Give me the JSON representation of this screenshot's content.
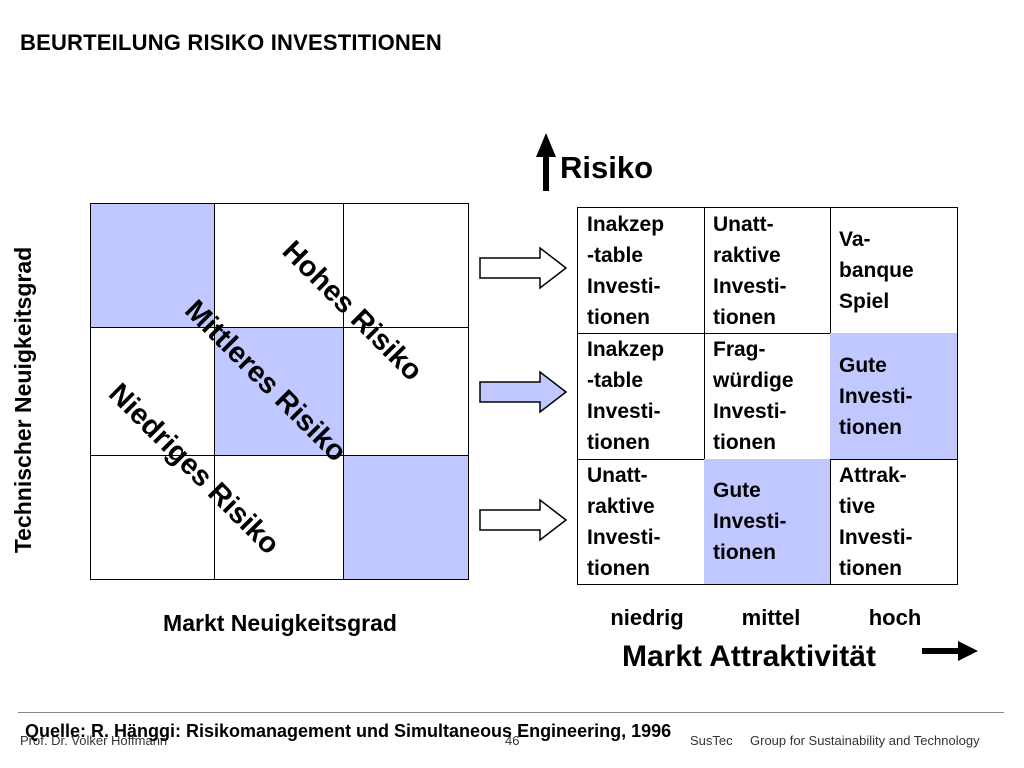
{
  "title": "BEURTEILUNG RISIKO INVESTITIONEN",
  "left_diagram": {
    "y_axis_label": "Technischer Neuigkeitsgrad",
    "x_axis_label": "Markt Neuigkeitsgrad",
    "bands": [
      "Hohes Risiko",
      "Mittleres Risiko",
      "Niedriges Risiko"
    ]
  },
  "right_matrix": {
    "risk_label": "Risiko",
    "rows": [
      [
        "Inakzep\n-table\nInvesti-\ntionen",
        "Unatt-\nraktive\nInvesti-\ntionen",
        "Va-\nbanque\nSpiel"
      ],
      [
        "Inakzep\n-table\nInvesti-\ntionen",
        "Frag-\nwürdige\nInvesti-\ntionen",
        "Gute\nInvesti-\ntionen"
      ],
      [
        "Unatt-\nraktive\nInvesti-\ntionen",
        "Gute\nInvesti-\ntionen",
        "Attrak-\ntive\nInvesti-\ntionen"
      ]
    ],
    "highlighted": [
      [
        1,
        2
      ],
      [
        2,
        1
      ]
    ],
    "columns": [
      "niedrig",
      "mittel",
      "hoch"
    ],
    "x_axis_label": "Markt Attraktivität"
  },
  "footer": {
    "source": "Quelle: R. Hänggi: Risikomanagement und Simultaneous Engineering, 1996",
    "author": "Prof. Dr. Volker Hoffmann",
    "page": "46",
    "group": "Group for Sustainability and Technology",
    "group_prefix": "SusTec"
  },
  "colors": {
    "highlight": "#c0c8ff",
    "arrow_blue": "#c0c8ff"
  }
}
